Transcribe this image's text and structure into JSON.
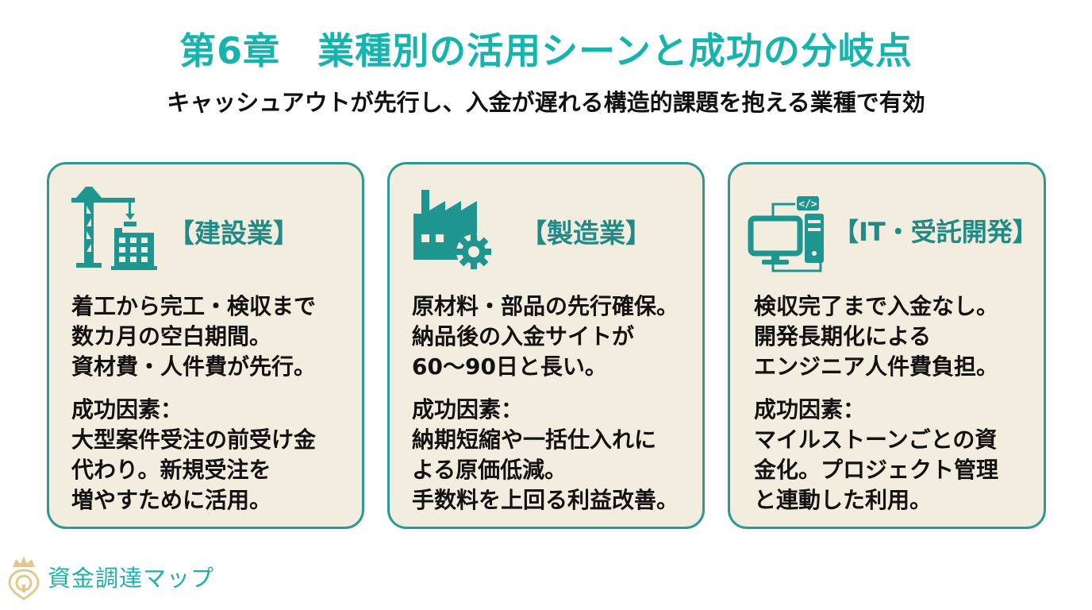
{
  "header": {
    "title": "第6章　業種別の活用シーンと成功の分岐点",
    "subtitle": "キャッシュアウトが先行し、入金が遅れる構造的課題を抱える業種で有効"
  },
  "cards": [
    {
      "icon": "construction-crane-icon",
      "heading": "【建設業】",
      "description": "着工から完工・検収まで\n数カ月の空白期間。\n資材費・人件費が先行。",
      "success_label": "成功因素：",
      "success_text": "大型案件受注の前受け金\n代わり。新規受注を\n増やすために活用。"
    },
    {
      "icon": "factory-gear-icon",
      "heading": "【製造業】",
      "description": "原材料・部品の先行確保。\n納品後の入金サイトが\n60〜90日と長い。",
      "success_label": "成功因素：",
      "success_text": "納期短縮や一括仕入れに\nよる原価低減。\n手数料を上回る利益改善。"
    },
    {
      "icon": "computer-code-icon",
      "heading": "【IT・受託開発】",
      "description": "検収完了まで入金なし。\n開発長期化による\nエンジニア人件費負担。",
      "success_label": "成功因素：",
      "success_text": "マイルストーンごとの資\n金化。プロジェクト管理\nと連動した利用。"
    }
  ],
  "footer": {
    "brand": "資金調達マップ",
    "logo_icon": "crown-pin-icon"
  },
  "colors": {
    "accent": "#17b3ad",
    "card_border": "#2c9994",
    "card_bg": "#f3ede0",
    "icon": "#1f9590",
    "logo_gold": "#e0c98a"
  }
}
